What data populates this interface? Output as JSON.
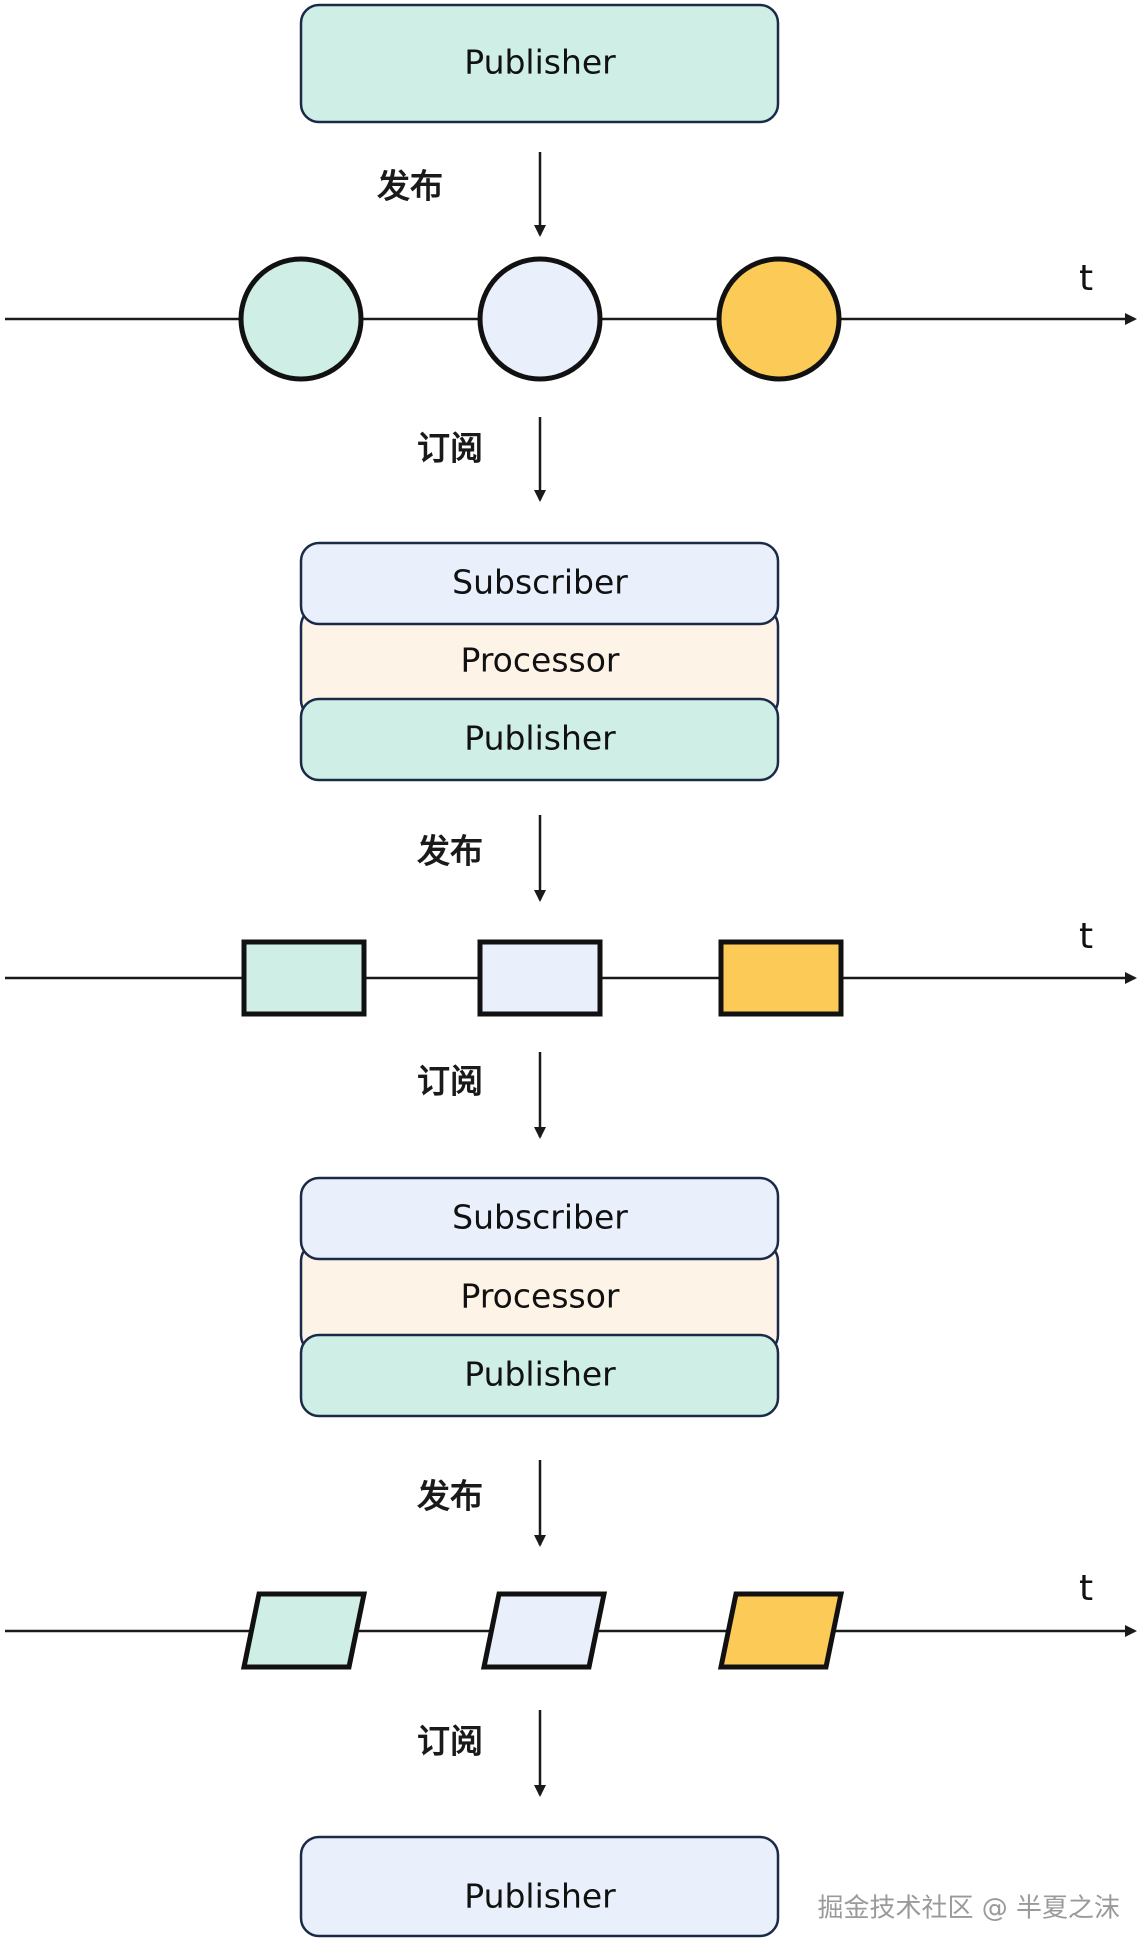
{
  "colors": {
    "publisher": "#cfeee6",
    "subscriber": "#e9f0fc",
    "processor": "#fdf3e6",
    "yellow": "#fbca57",
    "stroke": "#1b2a48"
  },
  "top_publisher": {
    "label": "Publisher"
  },
  "stages": [
    {
      "publish_label": "发布",
      "subscribe_label": "订阅",
      "axis_label": "t",
      "marble_shape": "circle"
    },
    {
      "publish_label": "发布",
      "subscribe_label": "订阅",
      "axis_label": "t",
      "marble_shape": "rectangle"
    },
    {
      "publish_label": "发布",
      "subscribe_label": "订阅",
      "axis_label": "t",
      "marble_shape": "parallelogram"
    }
  ],
  "processor_stacks": [
    {
      "subscriber": "Subscriber",
      "processor": "Processor",
      "publisher": "Publisher"
    },
    {
      "subscriber": "Subscriber",
      "processor": "Processor",
      "publisher": "Publisher"
    }
  ],
  "bottom_publisher": {
    "label": "Publisher"
  },
  "watermark": "掘金技术社区 @ 半夏之沫"
}
